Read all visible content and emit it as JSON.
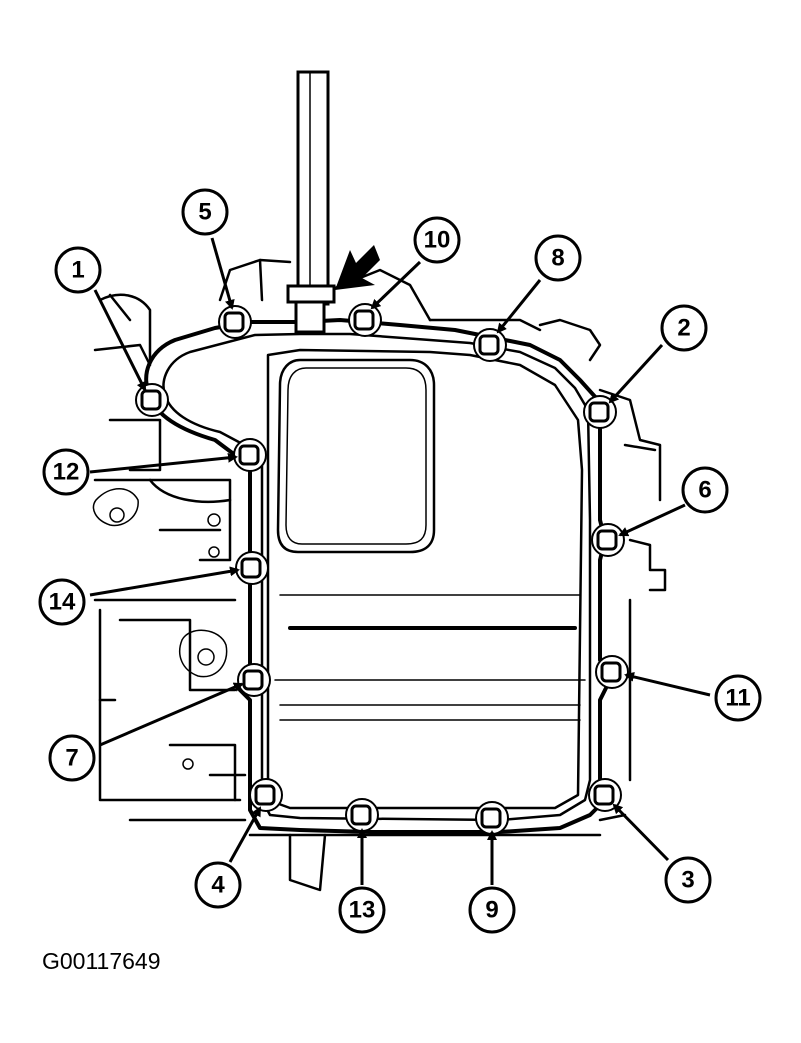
{
  "figure_code": "G00117649",
  "callouts": [
    {
      "label": "1"
    },
    {
      "label": "2"
    },
    {
      "label": "3"
    },
    {
      "label": "4"
    },
    {
      "label": "5"
    },
    {
      "label": "6"
    },
    {
      "label": "7"
    },
    {
      "label": "8"
    },
    {
      "label": "9"
    },
    {
      "label": "10"
    },
    {
      "label": "11"
    },
    {
      "label": "12"
    },
    {
      "label": "13"
    },
    {
      "label": "14"
    }
  ]
}
